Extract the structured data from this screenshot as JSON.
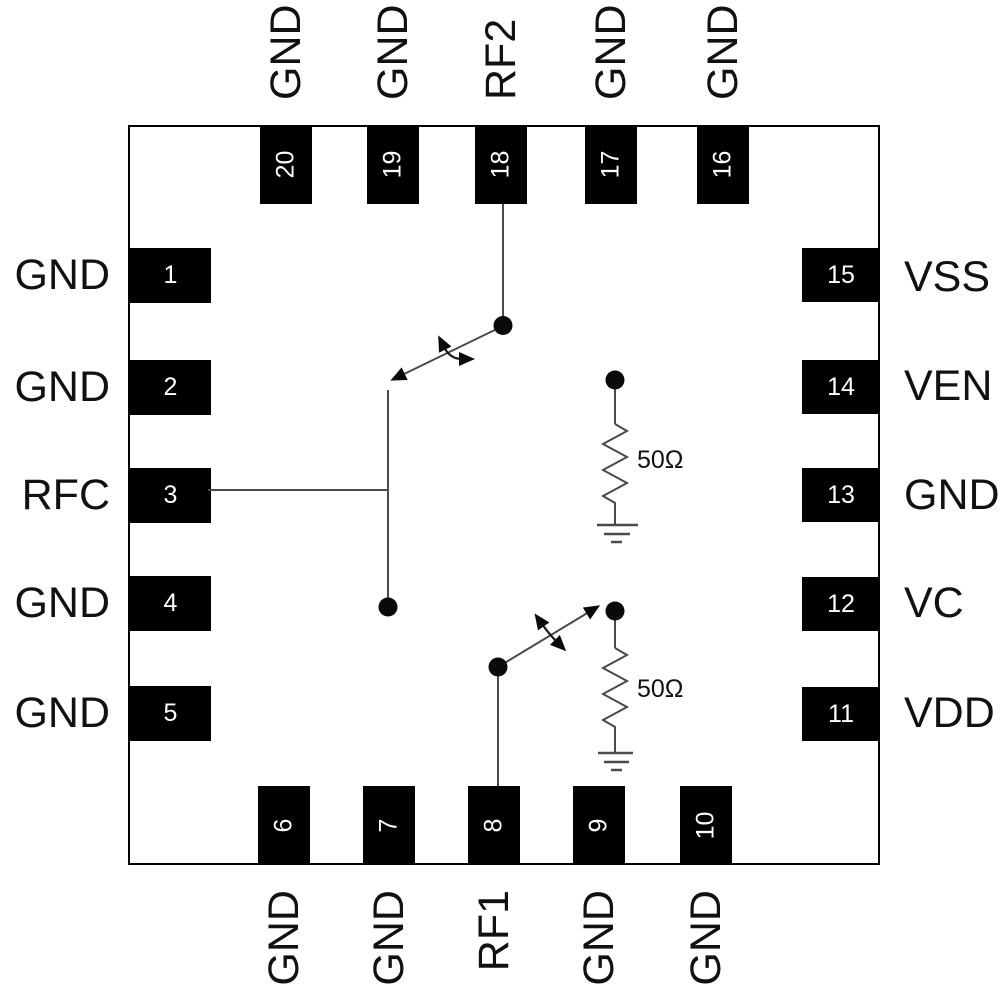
{
  "diagram": {
    "kind": "ic-pinout-functional-diagram",
    "pins": {
      "top": [
        {
          "number": "20",
          "label": "GND"
        },
        {
          "number": "19",
          "label": "GND"
        },
        {
          "number": "18",
          "label": "RF2"
        },
        {
          "number": "17",
          "label": "GND"
        },
        {
          "number": "16",
          "label": "GND"
        }
      ],
      "left": [
        {
          "number": "1",
          "label": "GND"
        },
        {
          "number": "2",
          "label": "GND"
        },
        {
          "number": "3",
          "label": "RFC"
        },
        {
          "number": "4",
          "label": "GND"
        },
        {
          "number": "5",
          "label": "GND"
        }
      ],
      "right": [
        {
          "number": "15",
          "label": "VSS"
        },
        {
          "number": "14",
          "label": "VEN"
        },
        {
          "number": "13",
          "label": "GND"
        },
        {
          "number": "12",
          "label": "VC"
        },
        {
          "number": "11",
          "label": "VDD"
        }
      ],
      "bottom": [
        {
          "number": "6",
          "label": "GND"
        },
        {
          "number": "7",
          "label": "GND"
        },
        {
          "number": "8",
          "label": "RF1"
        },
        {
          "number": "9",
          "label": "GND"
        },
        {
          "number": "10",
          "label": "GND"
        }
      ]
    },
    "schematic": {
      "termination_resistors": [
        {
          "value": "50Ω"
        },
        {
          "value": "50Ω"
        }
      ],
      "symbols": [
        "connection-node-dot",
        "spdt-switch-arm-arrow",
        "toggle-motion-arrow",
        "resistor-zigzag",
        "ground-symbol"
      ]
    },
    "colors": {
      "background": "#ffffff",
      "package_outline": "#000000",
      "pin_fill": "#000000",
      "pin_number_text": "#ffffff",
      "label_text": "#111111",
      "wire": "#4a4a4a",
      "arrow": "#0a0a0a"
    }
  }
}
